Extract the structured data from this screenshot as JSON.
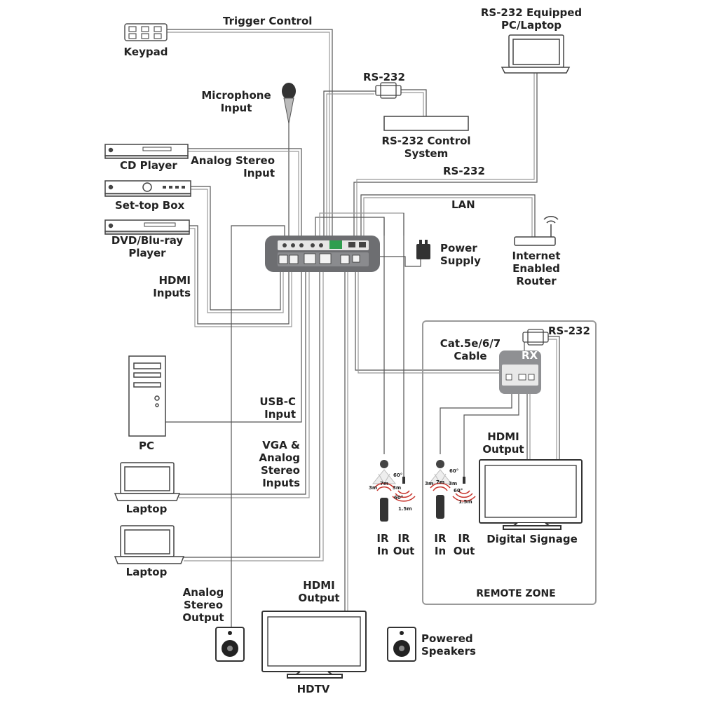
{
  "labels": {
    "trigger_control": "Trigger Control",
    "keypad": "Keypad",
    "rs232_top": "RS-232",
    "rs232_pc": "RS-232 Equipped\nPC/Laptop",
    "microphone": "Microphone\nInput",
    "rs232_control": "RS-232 Control\nSystem",
    "cd_player": "CD Player",
    "analog_stereo_input": "Analog Stereo\nInput",
    "rs232_mid": "RS-232",
    "set_top_box": "Set-top Box",
    "lan": "LAN",
    "dvd_player": "DVD/Blu-ray\nPlayer",
    "power_supply": "Power\nSupply",
    "router": "Internet\nEnabled\nRouter",
    "hdmi_inputs": "HDMI\nInputs",
    "rs232_rx": "RS-232",
    "cat_cable": "Cat.5e/6/7\nCable",
    "rx": "RX",
    "usbc_input": "USB-C\nInput",
    "pc": "PC",
    "hdmi_output_rx": "HDMI\nOutput",
    "vga_inputs": "VGA &\nAnalog\nStereo\nInputs",
    "ir_in_1": "IR\nIn",
    "ir_out_1": "IR\nOut",
    "ir_in_2": "IR\nIn",
    "ir_out_2": "IR\nOut",
    "digital_signage": "Digital Signage",
    "laptop_1": "Laptop",
    "laptop_2": "Laptop",
    "remote_zone": "REMOTE ZONE",
    "analog_stereo_output": "Analog\nStereo\nOutput",
    "hdmi_output": "HDMI\nOutput",
    "powered_speakers": "Powered\nSpeakers",
    "hdtv": "HDTV",
    "ir_angle_1": "60°",
    "ir_range_1a": "3m",
    "ir_range_1b": "7m",
    "ir_range_1c": "3m",
    "ir_out_angle_1": "60°",
    "ir_out_range_1": "1.5m",
    "ir_angle_2": "60°",
    "ir_range_2a": "3m",
    "ir_range_2b": "7m",
    "ir_range_2c": "3m",
    "ir_out_angle_2": "60°",
    "ir_out_range_2": "1.5m"
  },
  "colors": {
    "device_gray": "#6d6e71",
    "cable": "#555555",
    "panel_border": "#9a9a9a",
    "ir_red": "#c8342c"
  }
}
